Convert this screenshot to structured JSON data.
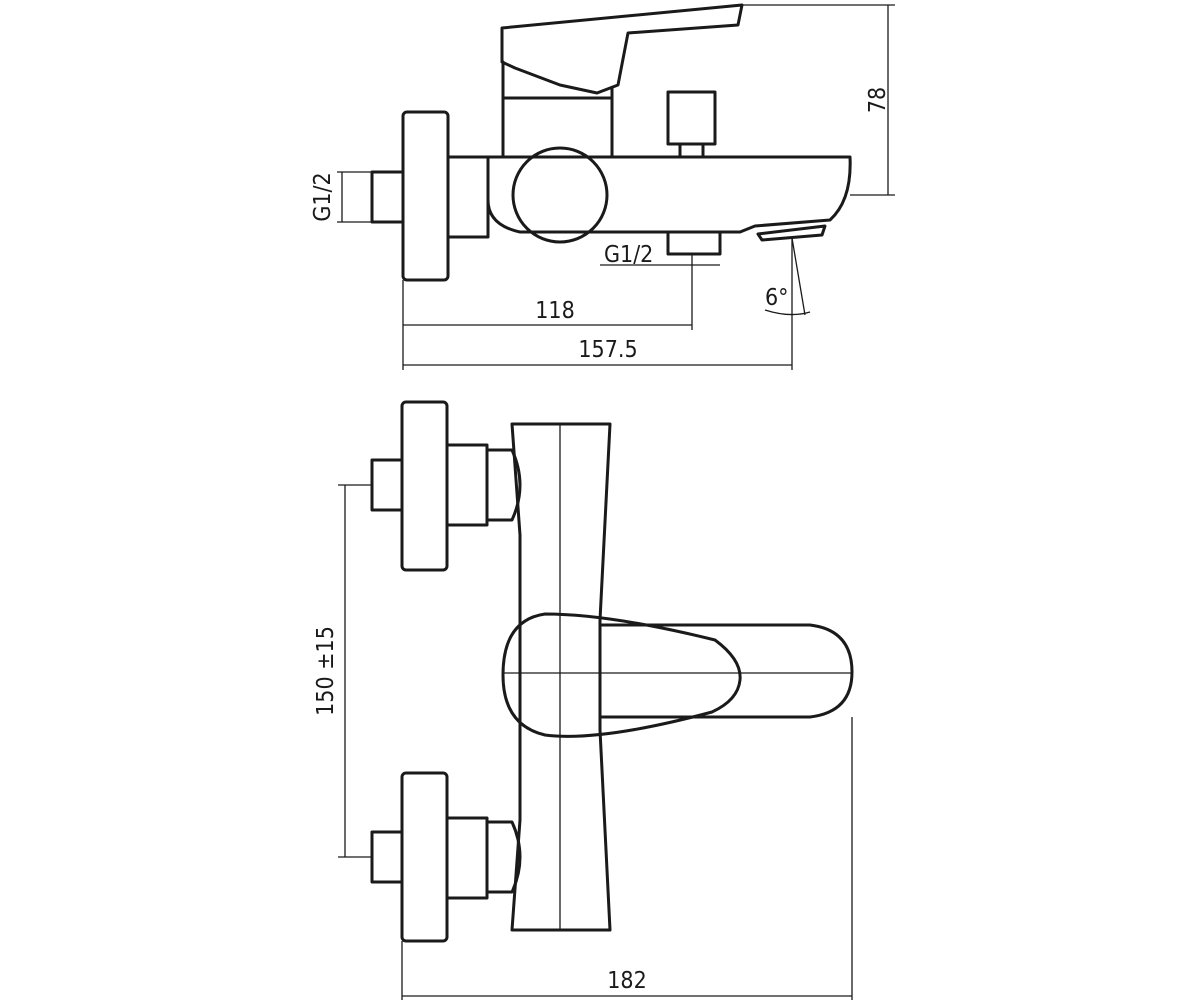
{
  "drawing": {
    "side_view": {
      "height_dim": "78",
      "inlet_thread": "G1/2",
      "outlet_thread": "G1/2",
      "spout_angle": "6°",
      "shower_outlet_dim": "118",
      "spout_reach_dim": "157.5"
    },
    "top_view": {
      "inlet_spacing_dim": "150 ±15",
      "total_depth_dim": "182"
    }
  }
}
